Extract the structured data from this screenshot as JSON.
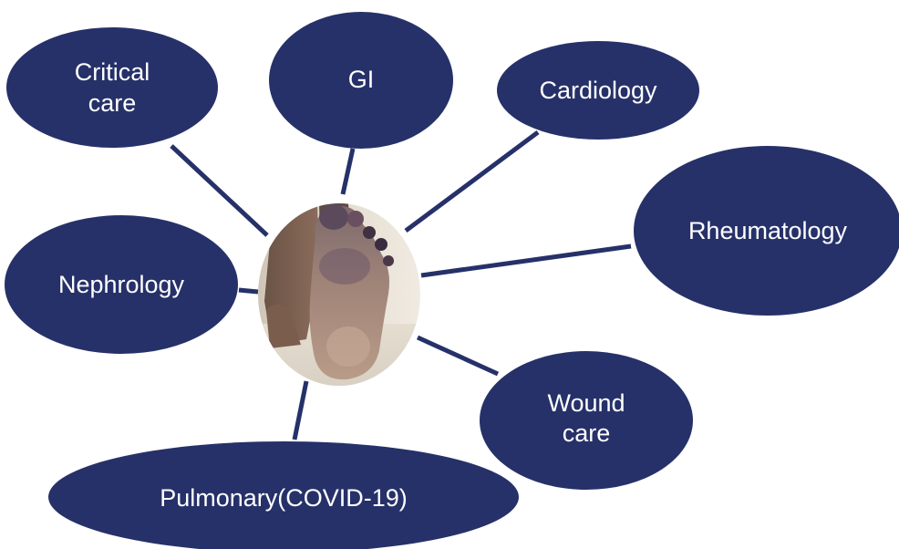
{
  "colors": {
    "node_fill": "#263169",
    "node_text": "#ffffff",
    "connector": "#263169",
    "background": "#ffffff"
  },
  "center": {
    "image": "photo of the sole of a foot with purple-discolored toes",
    "icon": "foot-photo-icon"
  },
  "specialties": {
    "critical_care": [
      "Critical",
      "care"
    ],
    "gi": "GI",
    "cardiology": "Cardiology",
    "rheumatology": "Rheumatology",
    "nephrology": "Nephrology",
    "wound_care": [
      "Wound",
      "care"
    ],
    "pulmonary": "Pulmonary(COVID-19)"
  }
}
